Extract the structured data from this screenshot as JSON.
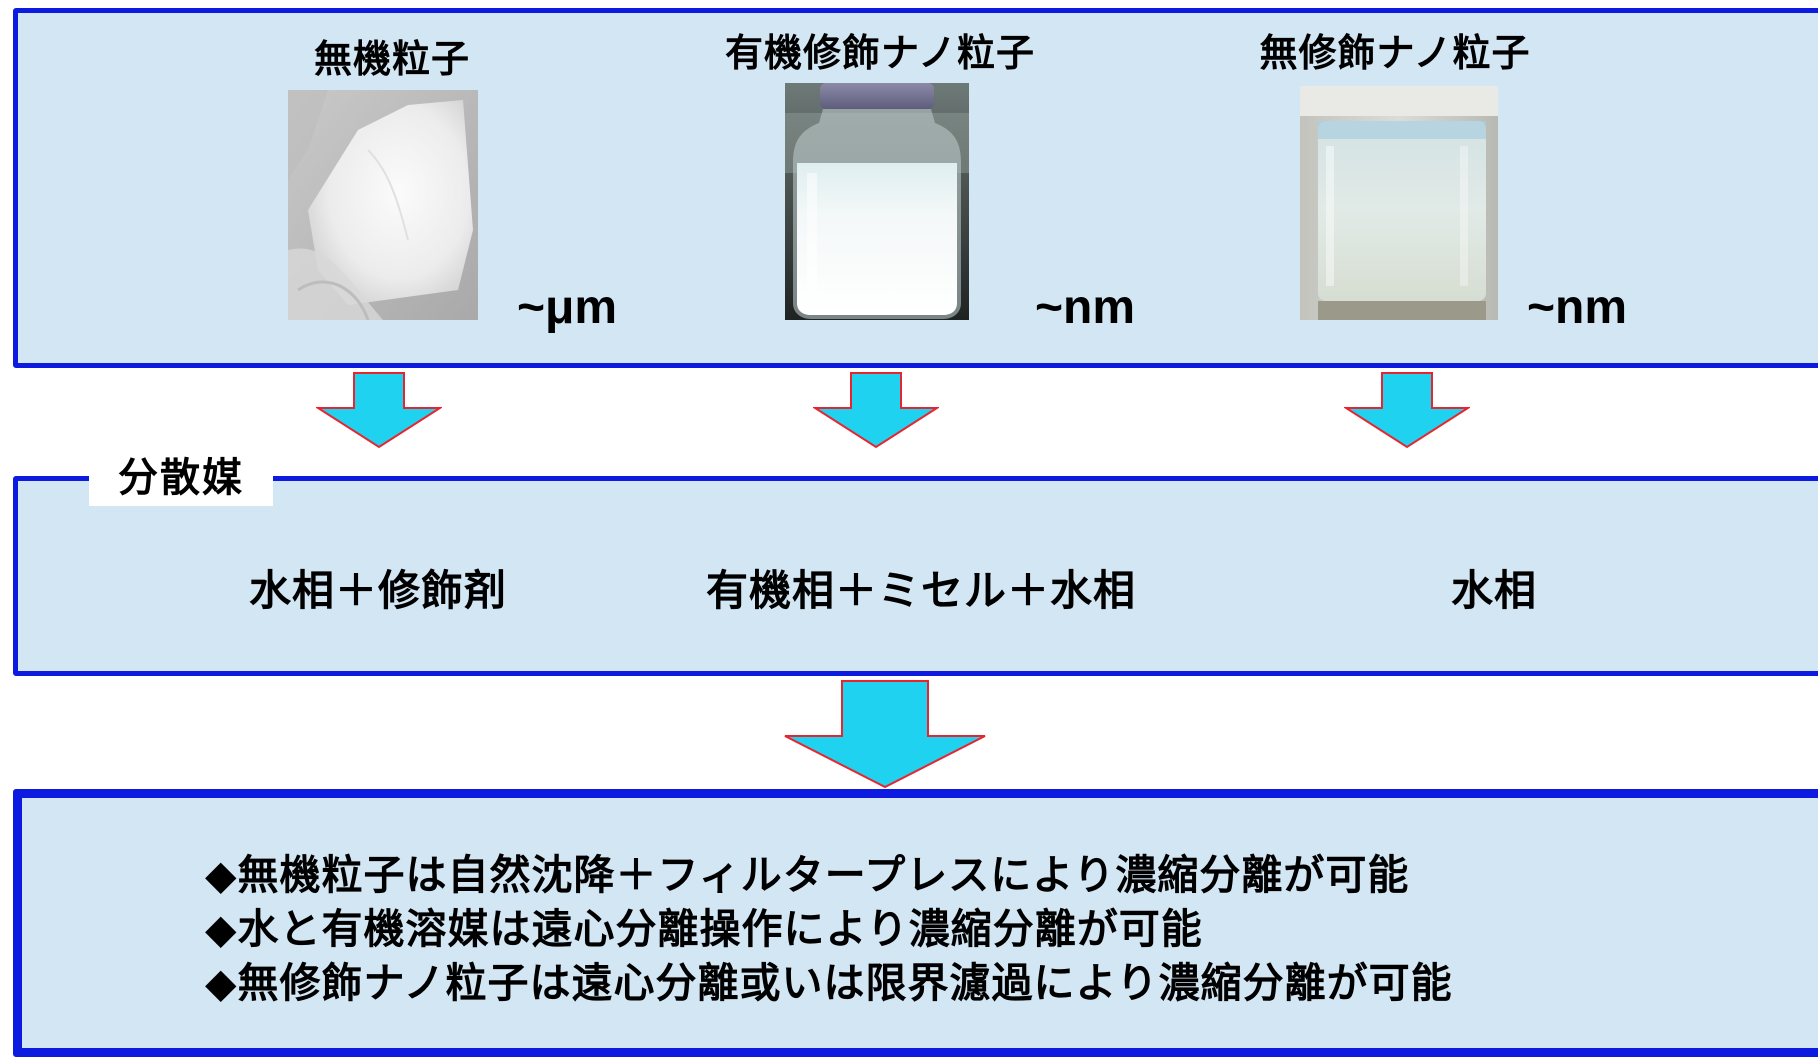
{
  "particles": [
    {
      "title": "無機粒子",
      "size": "~μm",
      "image": "white-powder-photo"
    },
    {
      "title": "有機修飾ナノ粒子",
      "size": "~nm",
      "image": "milky-suspension-jar-photo"
    },
    {
      "title": "無修飾ナノ粒子",
      "size": "~nm",
      "image": "cloudy-suspension-beaker-photo"
    }
  ],
  "dispersion_medium": {
    "label": "分散媒",
    "items": [
      "水相＋修飾剤",
      "有機相＋ミセル＋水相",
      "水相"
    ]
  },
  "conclusions": [
    "◆無機粒子は自然沈降＋フィルタープレスにより濃縮分離が可能",
    "◆水と有機溶媒は遠心分離操作により濃縮分離が可能",
    "◆無修飾ナノ粒子は遠心分離或いは限界濾過により濃縮分離が可能"
  ],
  "colors": {
    "panel_fill": "#d3e6f4",
    "panel_border": "#0d1ae0",
    "arrow_fill": "#1fd2f0",
    "arrow_outline": "#e8242e"
  }
}
